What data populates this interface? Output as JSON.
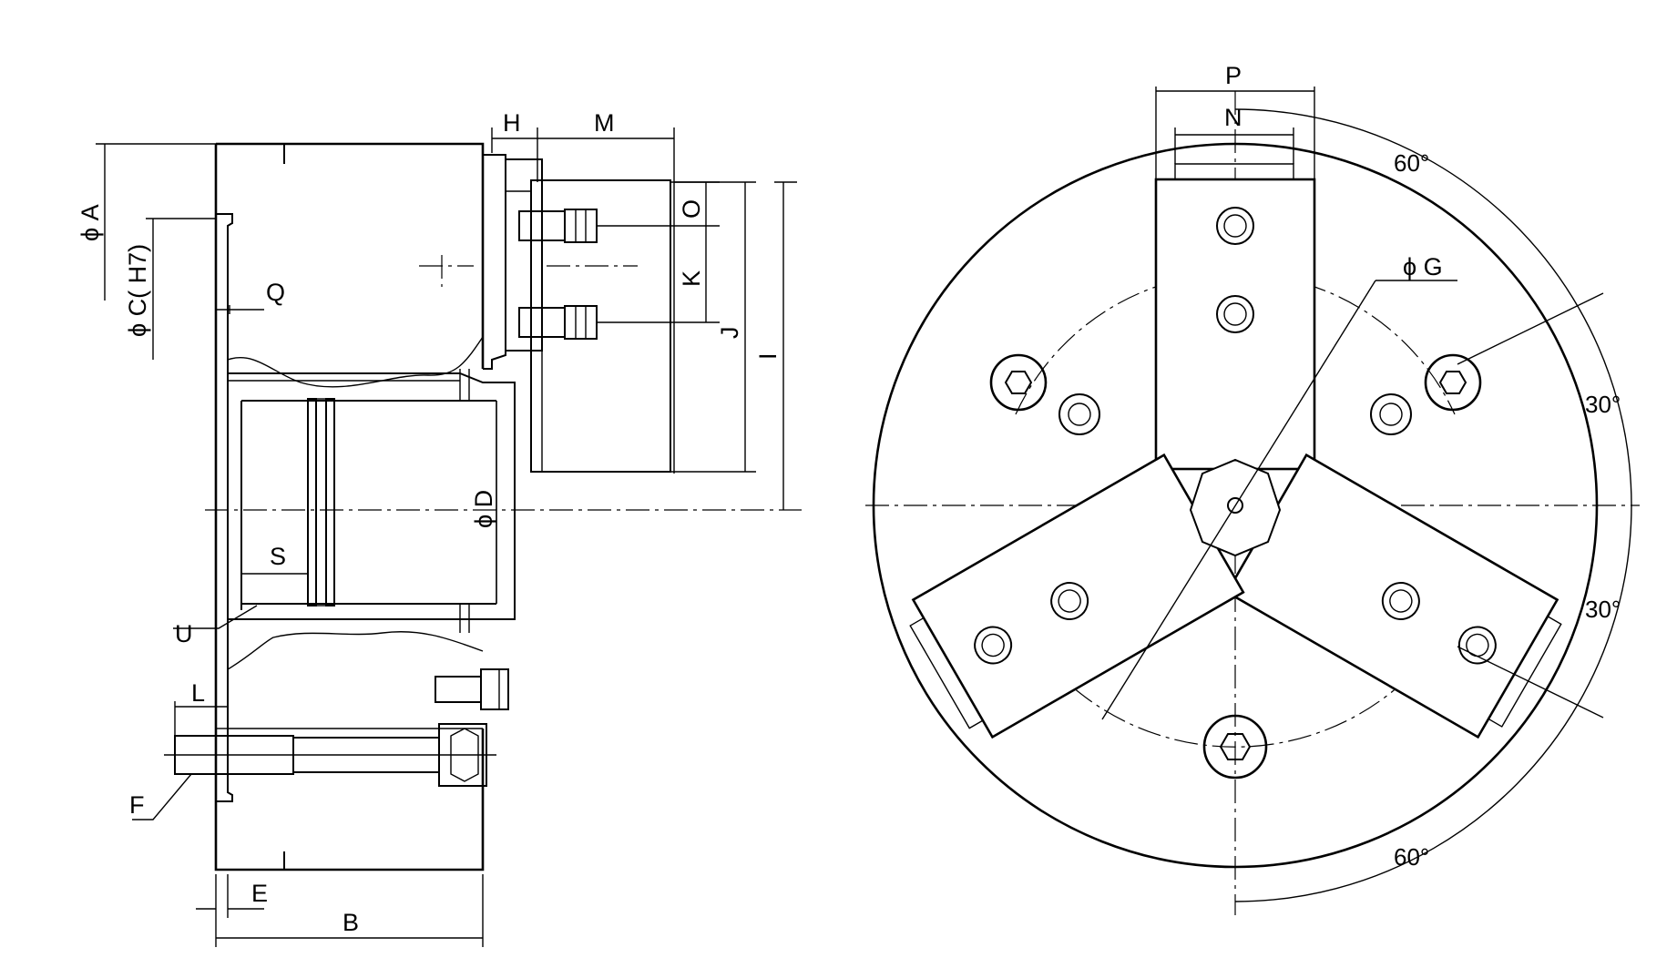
{
  "side_view": {
    "labels": {
      "A": "ϕ A",
      "C": "ϕ C( H7)",
      "Q": "Q",
      "H": "H",
      "M": "M",
      "O": "O",
      "K": "K",
      "J": "J",
      "I": "I",
      "D": "ϕ D",
      "S": "S",
      "U": "U",
      "L": "L",
      "F": "F",
      "E": "E",
      "B": "B"
    }
  },
  "front_view": {
    "labels": {
      "P": "P",
      "N": "N",
      "G": "ϕ G"
    },
    "angles": {
      "top": "60°",
      "right_upper": "30°",
      "right_lower": "30°",
      "bottom": "60°"
    }
  },
  "colors": {
    "line": "#000000",
    "background": "#ffffff"
  }
}
